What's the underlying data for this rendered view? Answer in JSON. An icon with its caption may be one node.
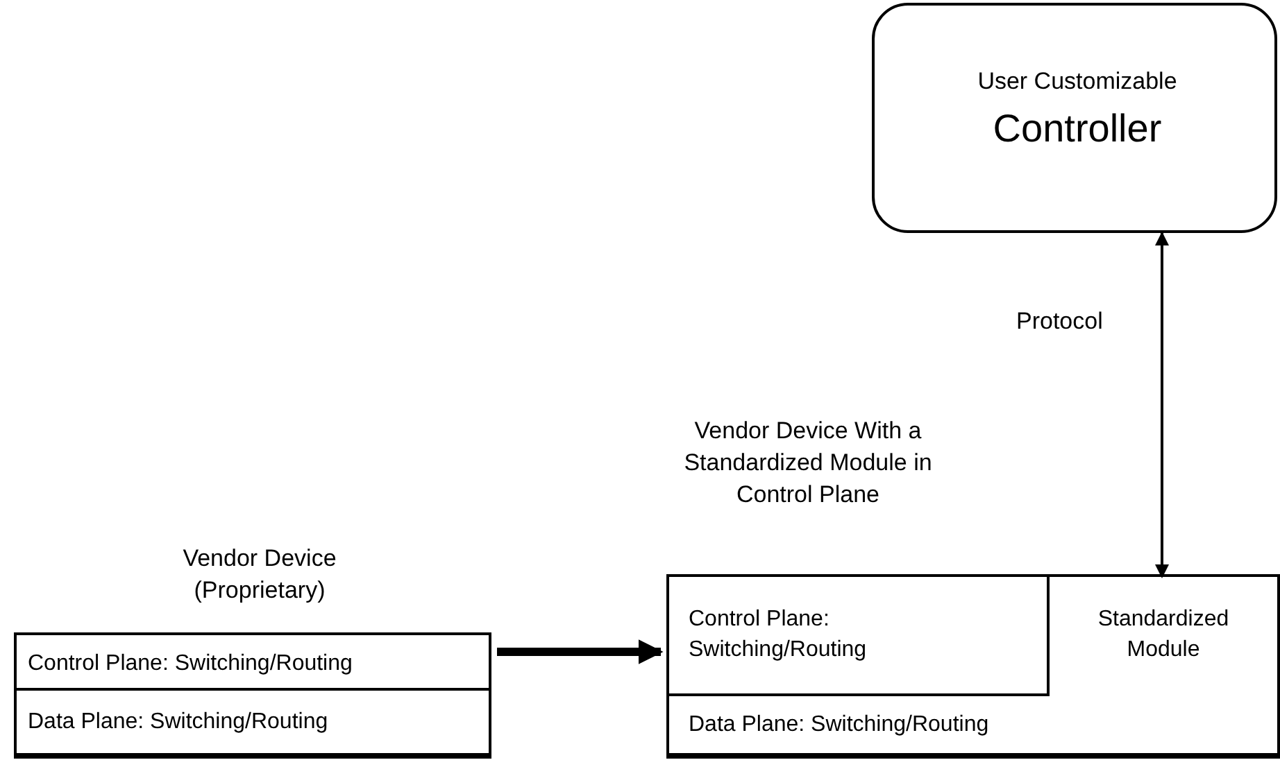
{
  "diagram": {
    "nodes": [
      {
        "text": [
          "User Customizable",
          "Controller"
        ]
      },
      {
        "text": [
          "Vendor Device (Proprietary)"
        ]
      },
      {
        "text": [
          "Control Plane: Switching/Routing"
        ],
        "in": 1
      },
      {
        "text": [
          "Data Plane: Switching/Routing"
        ],
        "in": 1
      },
      {
        "text": [
          "Vendor Device With a Standardized Module in Control Plane"
        ]
      },
      {
        "text": [
          "Control Plane: Switching/Routing"
        ],
        "in": 4
      },
      {
        "text": [
          "Standardized Module"
        ],
        "in": 4
      },
      {
        "text": [
          "Data Plane: Switching/Routing"
        ],
        "in": 4
      }
    ],
    "edges": [
      {
        "from": 0,
        "to": 6,
        "arrow": "both",
        "label": "Protocol"
      },
      {
        "from": 1,
        "to": 4,
        "arrow": "to",
        "style": "thick"
      }
    ]
  }
}
